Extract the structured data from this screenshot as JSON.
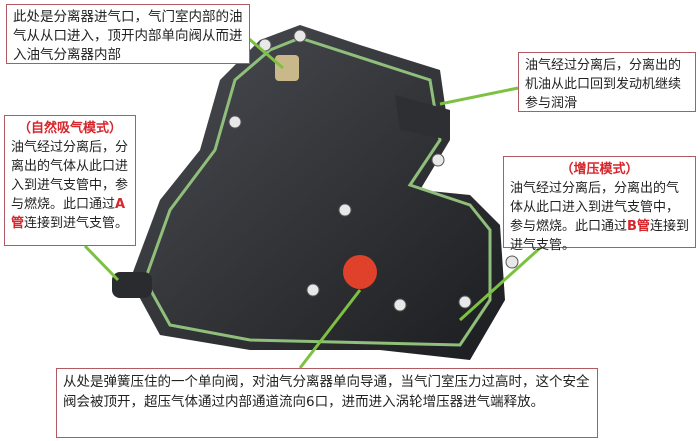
{
  "callouts": {
    "inlet": {
      "text": "此处是分离器进气口，气门室内部的油气从从口进入，顶开内部单向阀从而进入油气分离器内部"
    },
    "oil_return": {
      "text": "油气经过分离后，分离出的机油从此口回到发动机继续参与润滑"
    },
    "natural": {
      "title": "（自然吸气模式）",
      "text_before": "油气经过分离后，分离出的气体从此口进入到进气支管中，参与燃烧。此口通过",
      "highlight": "A管",
      "text_after": "连接到进气支管。"
    },
    "boost": {
      "title": "（增压模式）",
      "text_before": "油气经过分离后，分离出的气体从此口进入到进气支管中，参与燃烧。此口通过",
      "highlight": "B管",
      "text_after": "连接到进气支管。"
    },
    "valve": {
      "text": "从处是弹簧压住的一个单向阀，对油气分离器单向导通，当气门室压力过高时，这个安全阀会被顶开，超压气体通过内部通道流向6口，进而进入涡轮增压器进气端释放。"
    }
  },
  "colors": {
    "border": "#b05a63",
    "accent": "#d6262c",
    "leader": "#7dc142",
    "gasket": "#8fbf7a"
  }
}
